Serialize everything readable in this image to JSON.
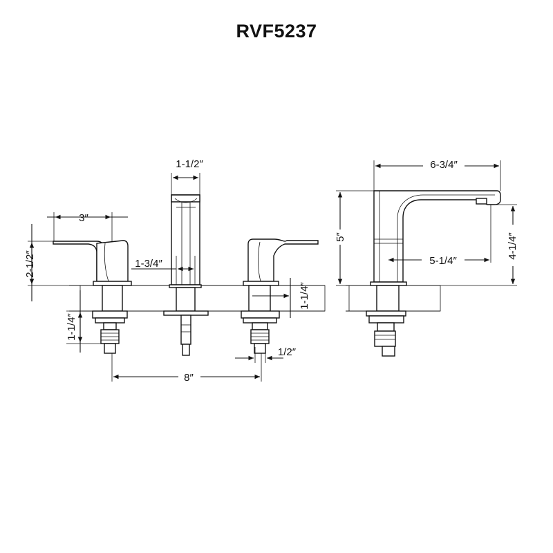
{
  "title": "RVF5237",
  "dimensions": {
    "spout_width": "1-1/2″",
    "handle_length": "3″",
    "handle_height": "2-1/2″",
    "spout_base": "1-3/4″",
    "deck_thickness_right": "1-1/4″",
    "shank_length": "1-1/4″",
    "supply_dia": "1/2″",
    "spread": "8″",
    "reach": "6-3/4″",
    "spout_height": "5″",
    "spout_clearance": "4-1/4″",
    "inner_reach": "5-1/4″"
  }
}
